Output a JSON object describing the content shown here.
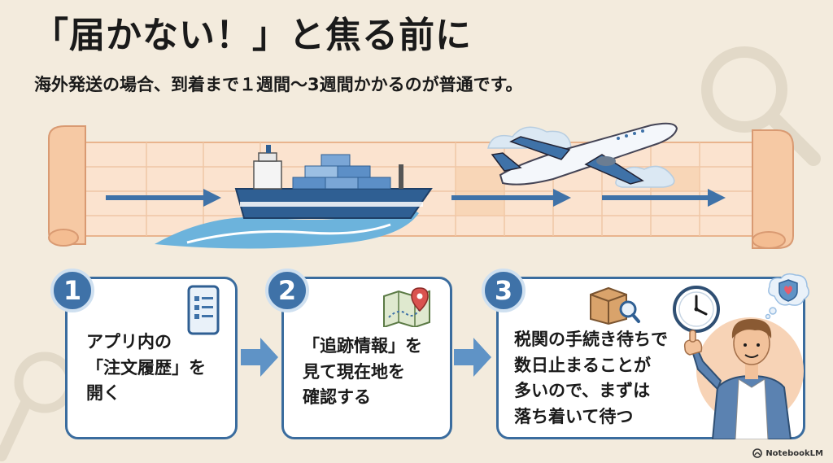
{
  "header": {
    "title": "「届かない！」と焦る前に",
    "subtitle": "海外発送の場合、到着まで１週間〜3週間かかるのが普通です。"
  },
  "steps": [
    {
      "number": "1",
      "lines": [
        "アプリ内の",
        "「注文履歴」を",
        "開く"
      ]
    },
    {
      "number": "2",
      "lines": [
        "「追跡情報」を",
        "見て現在地を",
        "確認する"
      ]
    },
    {
      "number": "3",
      "lines": [
        "税関の手続き待ちで",
        "数日止まることが",
        "多いので、まずは",
        "落ち着いて待つ"
      ]
    }
  ],
  "footer": {
    "brand": "NotebookLM"
  },
  "colors": {
    "accent": "#3f72a8",
    "background": "#f3ebdd",
    "banner": "#fbe3cf"
  },
  "icons": [
    "magnifier-icon",
    "ship-icon",
    "airplane-icon",
    "smartphone-icon",
    "map-pin-icon",
    "package-icon",
    "clock-icon",
    "shield-heart-icon",
    "arrow-right-icon"
  ]
}
